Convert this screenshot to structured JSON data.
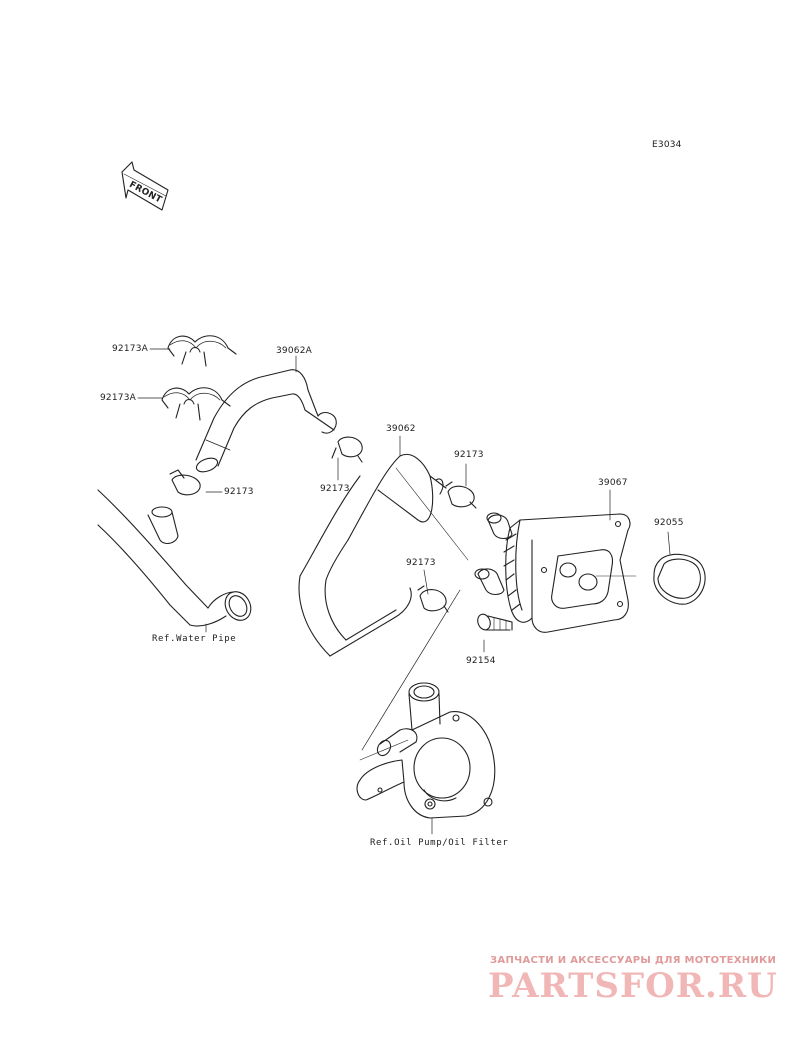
{
  "diagram_code": "E3034",
  "front_label": "FRONT",
  "parts": {
    "clamp_92173a_upper": "92173A",
    "clamp_92173a_lower": "92173A",
    "hose_39062a": "39062A",
    "clamp_92173_left": "92173",
    "hose_39062": "39062",
    "clamp_92173_mid": "92173",
    "clamp_92173_right": "92173",
    "cooler_39067": "39067",
    "oring_92055": "92055",
    "clamp_92173_lower": "92173",
    "bolt_92154": "92154"
  },
  "refs": {
    "water_pipe": "Ref.Water Pipe",
    "oil_pump": "Ref.Oil Pump/Oil Filter"
  },
  "watermark": {
    "tagline": "ЗАПЧАСТИ И АКСЕССУАРЫ ДЛЯ МОТОТЕХНИКИ",
    "logo": "PARTSFOR.RU"
  }
}
